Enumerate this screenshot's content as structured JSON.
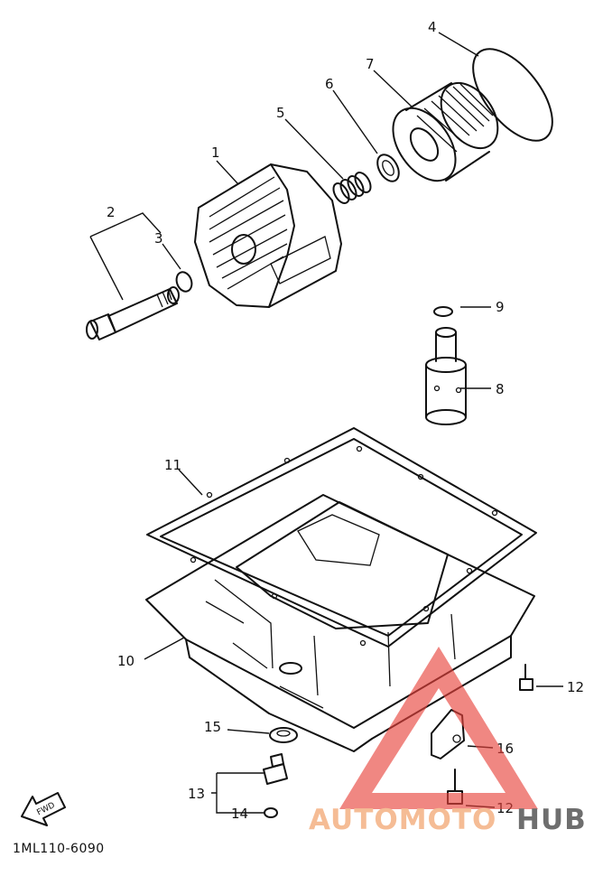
{
  "callouts": [
    "1",
    "2",
    "3",
    "4",
    "5",
    "6",
    "7",
    "8",
    "9",
    "10",
    "11",
    "12",
    "12",
    "13",
    "14",
    "15",
    "16"
  ],
  "direction_label": "FWD",
  "diagram_code": "1ML110-6090",
  "watermark": {
    "part1": "AUTOMOTO",
    "part2": "HUB",
    "color_main": "#f4b183",
    "color_hub": "#555555",
    "triangle_color": "#e8433c"
  }
}
